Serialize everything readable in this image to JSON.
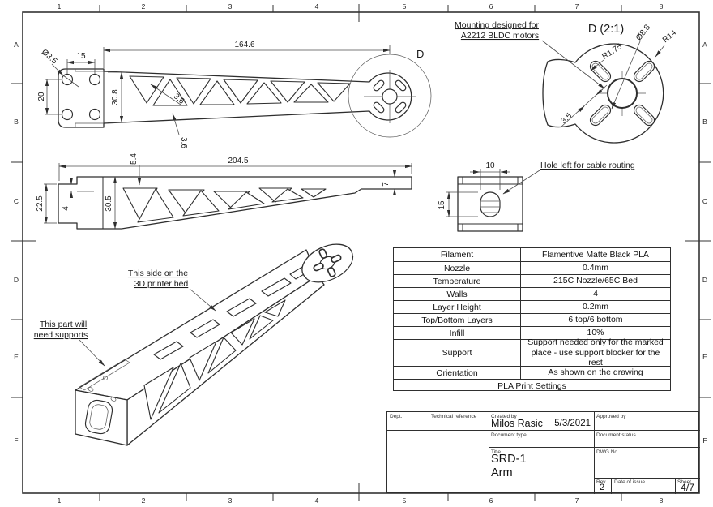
{
  "sheet": {
    "cols": [
      "1",
      "2",
      "3",
      "4",
      "5",
      "6",
      "7",
      "8"
    ],
    "rows": [
      "A",
      "B",
      "C",
      "D",
      "E",
      "F"
    ]
  },
  "top_view": {
    "length": "164.6",
    "hole_spacing": "15",
    "hole_dia": "Ø3.5",
    "hole_rows": "20",
    "beam_width": "30.8",
    "rib_a": "3.6",
    "rib_b": "3.6",
    "detail_label": "D"
  },
  "detail_view": {
    "title": "D (2:1)",
    "center_hole": "Ø8.8",
    "outer_radius": "R14",
    "slot_fillet": "R1.75",
    "slot_gap": "3.5",
    "note_l1": "Mounting designed for",
    "note_l2": "A2212 BLDC motors"
  },
  "side_view": {
    "length": "204.5",
    "wall": "5.4",
    "mount_height": "22.5",
    "step": "4",
    "height": "30.5",
    "tip": "7"
  },
  "end_view": {
    "slot_width": "10",
    "slot_height": "15",
    "note": "Hole left for cable routing"
  },
  "iso_view": {
    "bed_l1": "This side on the",
    "bed_l2": "3D printer bed",
    "sup_l1": "This part will",
    "sup_l2": "need supports"
  },
  "print_settings": {
    "footer": "PLA Print Settings",
    "rows": [
      {
        "label": "Filament",
        "value": "Flamentive Matte Black PLA"
      },
      {
        "label": "Nozzle",
        "value": "0.4mm"
      },
      {
        "label": "Temperature",
        "value": "215C Nozzle/65C Bed"
      },
      {
        "label": "Walls",
        "value": "4"
      },
      {
        "label": "Layer Height",
        "value": "0.2mm"
      },
      {
        "label": "Top/Bottom Layers",
        "value": "6 top/6 bottom"
      },
      {
        "label": "Infill",
        "value": "10%"
      },
      {
        "label": "Support",
        "value": "Support needed only for the marked place - use support blocker for the rest"
      },
      {
        "label": "Orientation",
        "value": "As shown on the drawing"
      }
    ]
  },
  "title_block": {
    "dept_label": "Dept.",
    "tech_ref_label": "Technical reference",
    "created_by_label": "Created by",
    "created_by": "Milos Rasic",
    "date": "5/3/2021",
    "approved_by_label": "Approved by",
    "doc_type_label": "Document type",
    "doc_status_label": "Document status",
    "title_label": "Title",
    "title_line1": "SRD-1",
    "title_line2": "Arm",
    "dwg_label": "DWG No.",
    "rev_label": "Rev.",
    "rev": "2",
    "date_issue_label": "Date of issue",
    "sheet_label": "Sheet",
    "sheet": "4/7"
  }
}
